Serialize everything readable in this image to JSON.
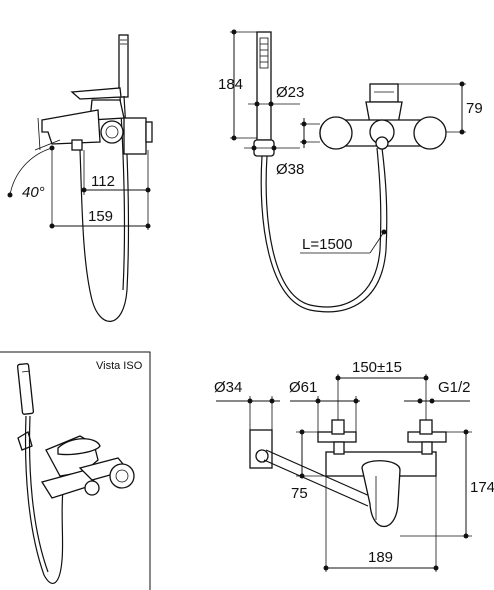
{
  "views": {
    "side": {
      "angle_label": "40°",
      "dim_spout": "112",
      "dim_overall": "159"
    },
    "front": {
      "dim_hand_shower_height": "184",
      "dim_hand_shower_dia": "Ø23",
      "dim_holder_dia": "Ø38",
      "dim_height": "79",
      "dim_hose_length": "L=1500"
    },
    "iso": {
      "label": "Vista ISO"
    },
    "top": {
      "dim_holder_dia": "Ø34",
      "dim_escutcheon_dia": "Ø61",
      "dim_centers": "150±15",
      "dim_thread": "G1/2",
      "dim_projection": "75",
      "dim_depth": "174",
      "dim_width": "189"
    }
  }
}
